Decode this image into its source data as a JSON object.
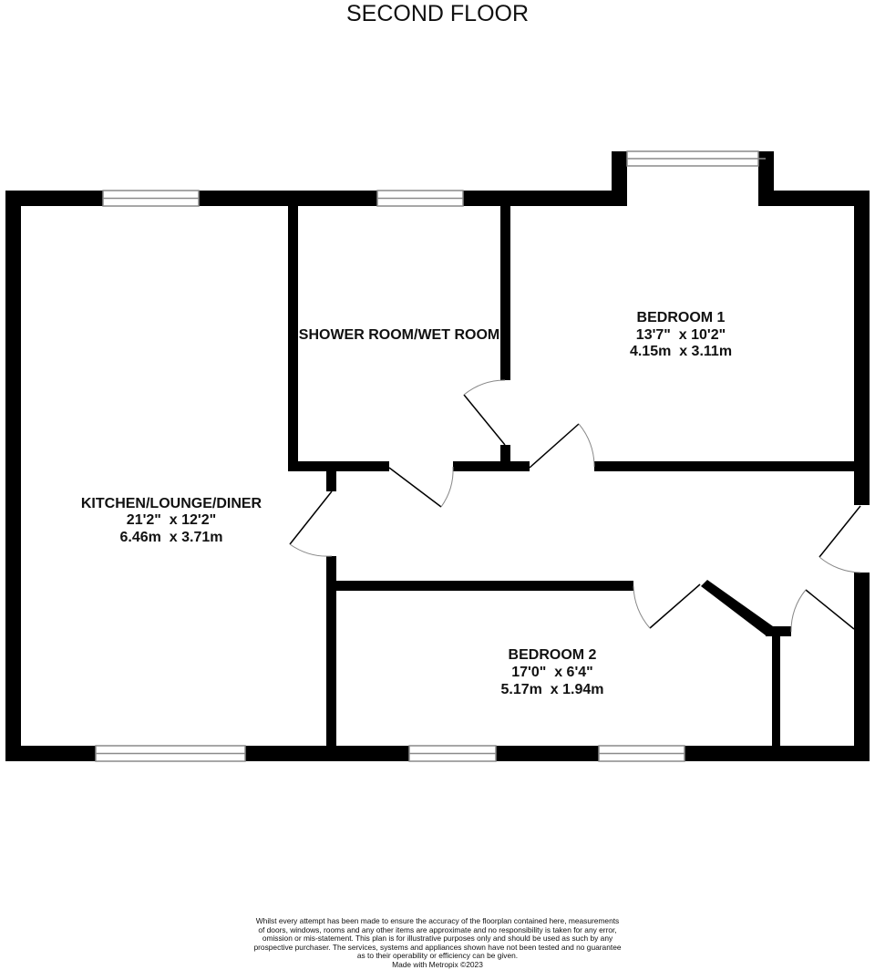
{
  "title": "SECOND FLOOR",
  "colors": {
    "wall": "#000000",
    "window": "#8a8a8a",
    "door_arc": "#888888",
    "background": "#ffffff"
  },
  "rooms": [
    {
      "name": "KITCHEN/LOUNGE/DINER",
      "imperial": "21'2\"  x 12'2\"",
      "metric": "6.46m  x 3.71m"
    },
    {
      "name": "SHOWER ROOM/WET ROOM"
    },
    {
      "name": "BEDROOM 1",
      "imperial": "13'7\"  x 10'2\"",
      "metric": "4.15m  x 3.11m"
    },
    {
      "name": "BEDROOM 2",
      "imperial": "17'0\"  x 6'4\"",
      "metric": "5.17m  x 1.94m"
    }
  ],
  "disclaimer": {
    "lines": [
      "Whilst every attempt has been made to ensure the accuracy of the floorplan contained here, measurements",
      "of doors, windows, rooms and any other items are approximate and no responsibility is taken for any error,",
      "omission or mis-statement. This plan is for illustrative purposes only and should be used as such by any",
      "prospective purchaser. The services, systems and appliances shown have not been tested and no guarantee",
      "as to their operability or efficiency can be given.",
      "Made with Metropix ©2023"
    ]
  }
}
